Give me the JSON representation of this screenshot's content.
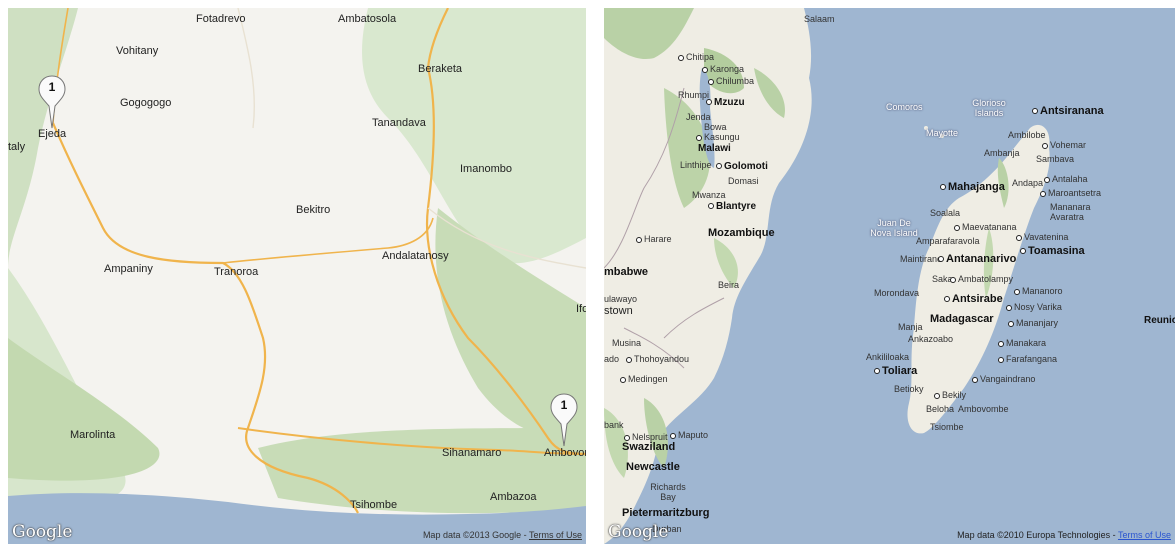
{
  "left_map": {
    "labels": {
      "fotadrevo": "Fotadrevo",
      "ambatosola": "Ambatosola",
      "vohitany": "Vohitany",
      "beraketa": "Beraketa",
      "gogogogo": "Gogogogo",
      "ejeda": "Ejeda",
      "taly": "taly",
      "tanandava": "Tanandava",
      "imanombo": "Imanombo",
      "bekitro": "Bekitro",
      "andalatanosy": "Andalatanosy",
      "ampaniny": "Ampaniny",
      "tranoroa": "Tranoroa",
      "ifo": "Ifo",
      "marolinta": "Marolinta",
      "sihanamaro": "Sihanamaro",
      "ambovombe": "Ambovom",
      "ambazoa": "Ambazoa",
      "tsihombe": "Tsihombe"
    },
    "marker1_label": "1",
    "marker2_label": "1",
    "logo": "Google",
    "attribution": "Map data ©2013 Google -",
    "terms": "Terms of Use"
  },
  "right_map": {
    "labels": {
      "salaam": "Salaam",
      "chitipa": "Chitipa",
      "karonga": "Karonga",
      "chilumba": "Chilumba",
      "rhumpi": "Rhumpi",
      "mzuzu": "Mzuzu",
      "jenda": "Jenda",
      "bowa": "Bowa",
      "kasungu": "Kasungu",
      "malawi": "Malawi",
      "linthipe": "Linthipe",
      "golomoti": "Golomoti",
      "domasi": "Domasi",
      "mwanza": "Mwanza",
      "blantyre": "Blantyre",
      "harare": "Harare",
      "mozambique": "Mozambique",
      "mbabwe": "mbabwe",
      "beira": "Beira",
      "ulawayo": "ulawayo",
      "stown": "stown",
      "musina": "Musina",
      "thohoyandou": "Thohoyandou",
      "ado": "ado",
      "medingen": "Medingen",
      "bank": "bank",
      "nelspruit": "Nelspruit",
      "maputo": "Maputo",
      "swaziland": "Swaziland",
      "newcastle": "Newcastle",
      "richards_bay": "Richards Bay",
      "pietermaritzburg": "Pietermaritzburg",
      "durban": "Durban",
      "comoros": "Comoros",
      "glorioso": "Glorioso Islands",
      "mayotte": "Mayotte",
      "antsiranana": "Antsiranana",
      "ambilobe": "Ambilobe",
      "vohemar": "Vohemar",
      "ambanja": "Ambanja",
      "sambava": "Sambava",
      "andapa": "Andapa",
      "antalaha": "Antalaha",
      "mahajanga": "Mahajanga",
      "maroantsetra": "Maroantsetra",
      "soalala": "Soalala",
      "mananara": "Mananara Avaratra",
      "juan_de_nova": "Juan De Nova Island",
      "maevatanana": "Maevatanana",
      "vavatenina": "Vavatenina",
      "amparafaravola": "Amparafaravola",
      "toamasina": "Toamasina",
      "maintirano": "Maintirano",
      "antananarivo": "Antananarivo",
      "saka": "Saka",
      "ambatolampy": "Ambatolampy",
      "morondava": "Morondava",
      "antsirabe": "Antsirabe",
      "mananoro": "Mananoro",
      "nosy_varika": "Nosy Varika",
      "madagascar": "Madagascar",
      "manja": "Manja",
      "mananjary": "Mananjary",
      "ankazoabo": "Ankazoabo",
      "reunion": "Reunion",
      "manakara": "Manakara",
      "ankililoaka": "Ankililoaka",
      "farafangana": "Farafangana",
      "toliara": "Toliara",
      "betioky": "Betioky",
      "vangaindrano": "Vangaindrano",
      "bekily": "Bekily",
      "beloha": "Beloha",
      "ambovombe": "Ambovombe",
      "tsiombe": "Tsiombe"
    },
    "logo": "Google",
    "attribution": "Map data ©2010 Europa Technologies -",
    "terms": "Terms of Use"
  },
  "colors": {
    "land": "#f4f3ef",
    "sea": "#9fb6d1",
    "road": "#f0b44c",
    "park": "#c8dcb7"
  }
}
